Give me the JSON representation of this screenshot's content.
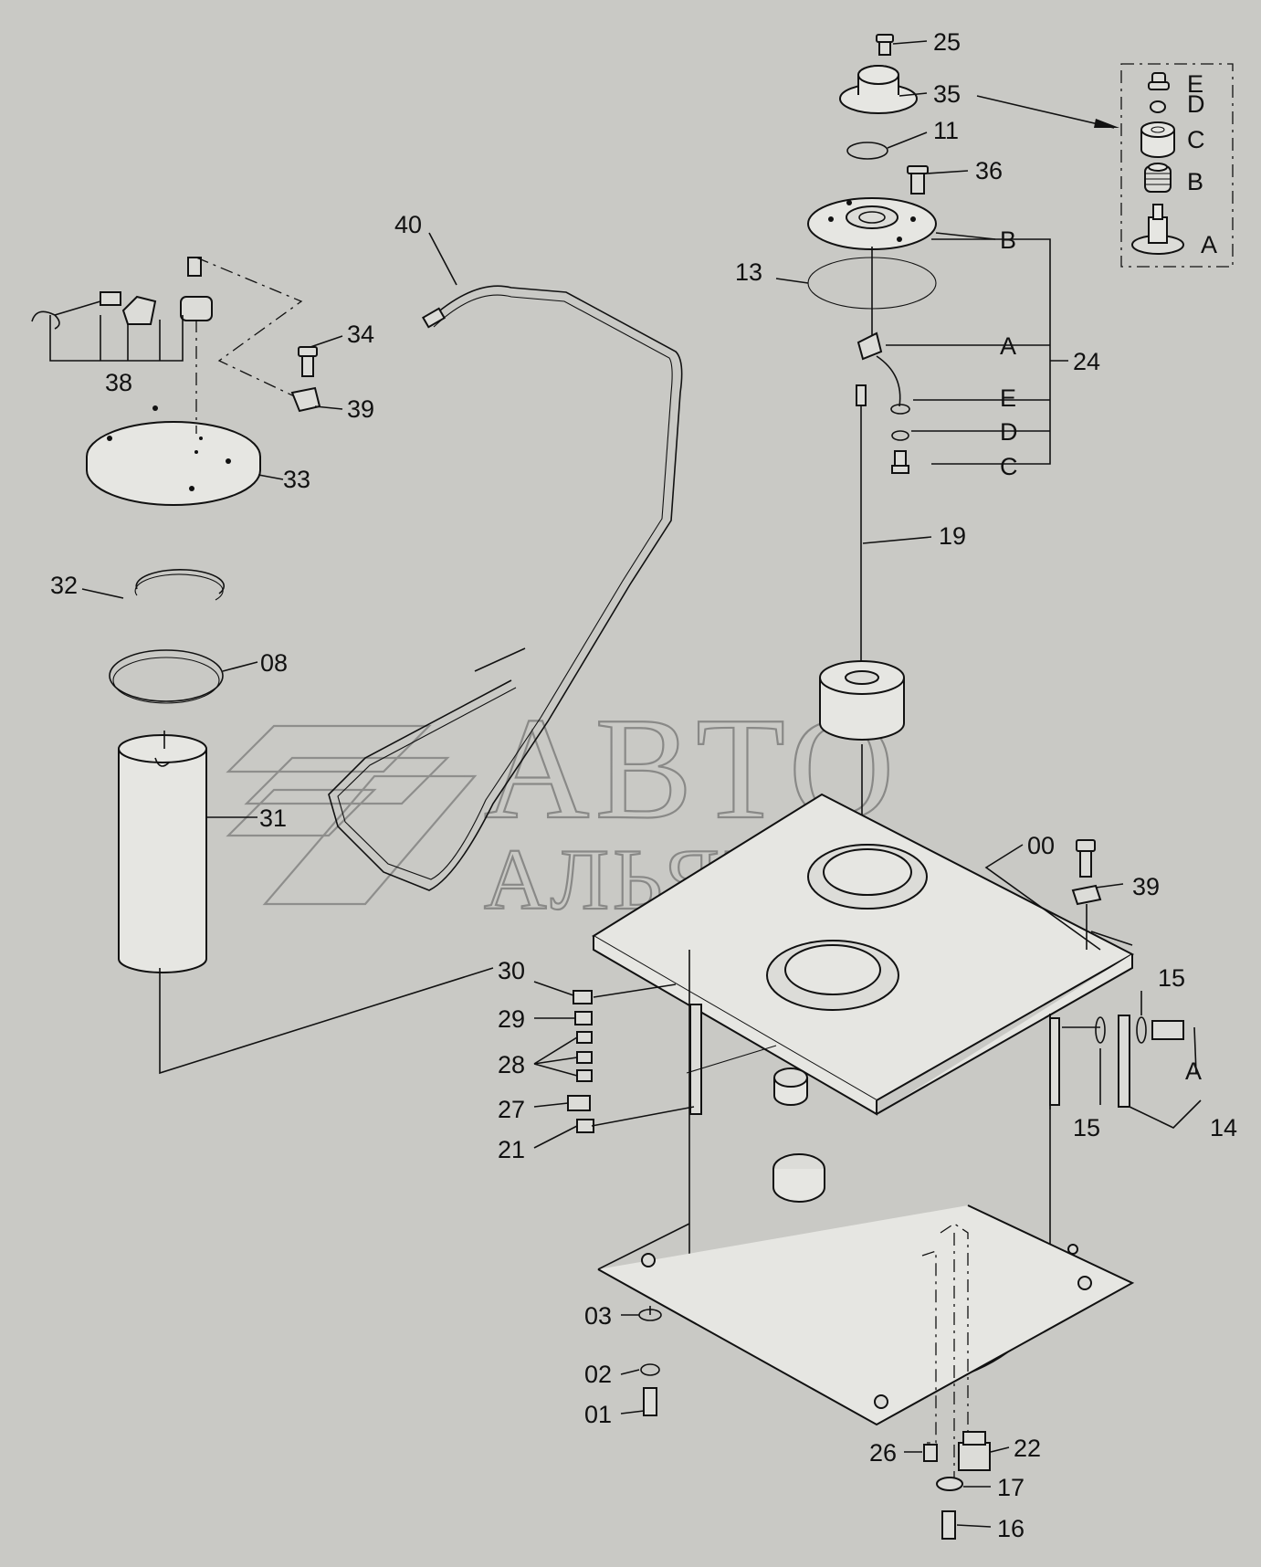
{
  "watermark": {
    "line1": "АВТО",
    "line2": "АЛЬЯНС"
  },
  "callouts": [
    {
      "id": "c25",
      "text": "25"
    },
    {
      "id": "c35",
      "text": "35"
    },
    {
      "id": "c11",
      "text": "11"
    },
    {
      "id": "c36",
      "text": "36"
    },
    {
      "id": "c40",
      "text": "40"
    },
    {
      "id": "cB1",
      "text": "B"
    },
    {
      "id": "c13",
      "text": "13"
    },
    {
      "id": "c34",
      "text": "34"
    },
    {
      "id": "cA1",
      "text": "A"
    },
    {
      "id": "c24",
      "text": "24"
    },
    {
      "id": "c38",
      "text": "38"
    },
    {
      "id": "c39a",
      "text": "39"
    },
    {
      "id": "cE1",
      "text": "E"
    },
    {
      "id": "cD1",
      "text": "D"
    },
    {
      "id": "cC1",
      "text": "C"
    },
    {
      "id": "c33",
      "text": "33"
    },
    {
      "id": "c19",
      "text": "19"
    },
    {
      "id": "c32",
      "text": "32"
    },
    {
      "id": "c08",
      "text": "08"
    },
    {
      "id": "c31",
      "text": "31"
    },
    {
      "id": "c00",
      "text": "00"
    },
    {
      "id": "c39b",
      "text": "39"
    },
    {
      "id": "c30",
      "text": "30"
    },
    {
      "id": "c15a",
      "text": "15"
    },
    {
      "id": "c29",
      "text": "29"
    },
    {
      "id": "c28",
      "text": "28"
    },
    {
      "id": "cA2",
      "text": "A"
    },
    {
      "id": "c27",
      "text": "27"
    },
    {
      "id": "c15b",
      "text": "15"
    },
    {
      "id": "c14",
      "text": "14"
    },
    {
      "id": "c21",
      "text": "21"
    },
    {
      "id": "c03",
      "text": "03"
    },
    {
      "id": "c02",
      "text": "02"
    },
    {
      "id": "c01",
      "text": "01"
    },
    {
      "id": "c26",
      "text": "26"
    },
    {
      "id": "c22",
      "text": "22"
    },
    {
      "id": "c17",
      "text": "17"
    },
    {
      "id": "c16",
      "text": "16"
    }
  ],
  "inset_legend": [
    {
      "text": "E"
    },
    {
      "text": "D"
    },
    {
      "text": "C"
    },
    {
      "text": "B"
    },
    {
      "text": "A"
    }
  ]
}
